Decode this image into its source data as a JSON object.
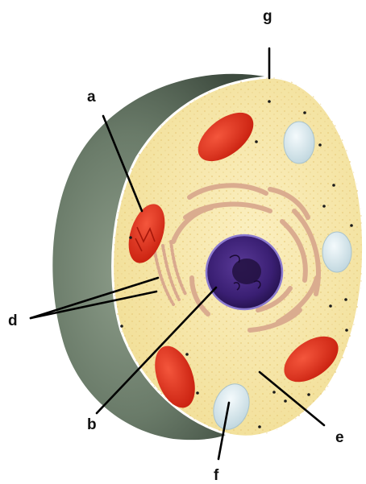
{
  "diagram": {
    "labels": {
      "a": "a",
      "b": "b",
      "d": "d",
      "e": "e",
      "f": "f",
      "g": "g"
    },
    "colors": {
      "background": "#ffffff",
      "outer_shell": "#5b6b5a",
      "cytoplasm": "#f6e7a6",
      "membrane": "#ffffff",
      "mitochondrion": "#e23a22",
      "mitochondrion_inner": "#c42a16",
      "vacuole": "#dcecf1",
      "nucleus": "#3a1f73",
      "nucleolus": "#22103f",
      "golgi_er": "#d9a98e",
      "granules": "#1a1a1a",
      "leader_lines": "#000000"
    }
  }
}
